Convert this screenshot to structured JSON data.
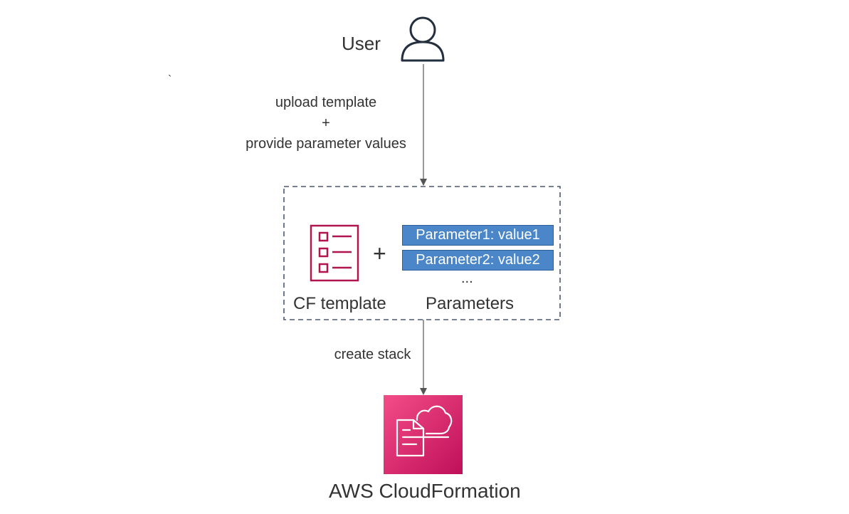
{
  "user": {
    "label": "User",
    "icon": "user-icon"
  },
  "stray_mark": "`",
  "upload_edge": {
    "line1": "upload template",
    "line2": "+",
    "line3": "provide parameter values"
  },
  "input_group": {
    "template_icon": "checklist-icon",
    "template_label": "CF template",
    "plus": "+",
    "parameters": [
      "Parameter1: value1",
      "Parameter2: value2"
    ],
    "ellipsis": "...",
    "parameters_label": "Parameters"
  },
  "create_edge": {
    "label": "create stack"
  },
  "service": {
    "label": "AWS CloudFormation",
    "icon": "cloudformation-icon"
  },
  "colors": {
    "template_icon": "#b0154f",
    "parameter_fill": "#4a86c8",
    "group_border": "#4a5a70",
    "service_gradient_top": "#f34d87",
    "service_gradient_bottom": "#bf0f5a",
    "arrow": "#555555"
  }
}
